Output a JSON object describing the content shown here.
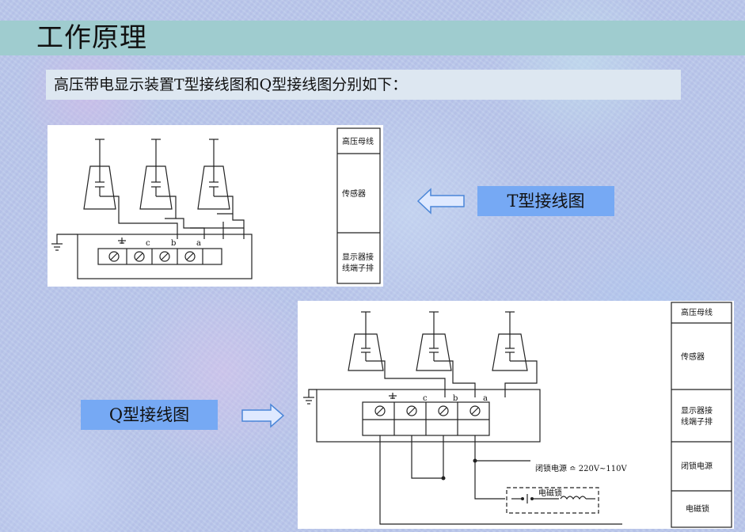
{
  "title": "工作原理",
  "subtitle": "高压带电显示装置T型接线图和Q型接线图分别如下：",
  "labels": {
    "t_type": "T型接线图",
    "q_type": "Q型接线图"
  },
  "diagram_t": {
    "legend": {
      "busbar": "高压母线",
      "sensor": "传感器",
      "terminal_line1": "显示器接",
      "terminal_line2": "线端子排"
    },
    "terminals": [
      "c",
      "b",
      "a"
    ]
  },
  "diagram_q": {
    "legend": {
      "busbar": "高压母线",
      "sensor": "传感器",
      "terminal_line1": "显示器接",
      "terminal_line2": "线端子排",
      "lock_power": "闭锁电源",
      "em_lock": "电磁锁"
    },
    "terminals": [
      "c",
      "b",
      "a"
    ],
    "lock_power_label": "闭锁电源 ≏ 220V~110V",
    "em_lock_label": "电磁锁"
  },
  "colors": {
    "title_bar": "#9fcccf",
    "label_box": "#76a9f4",
    "arrow_outline": "#4a86d8"
  }
}
